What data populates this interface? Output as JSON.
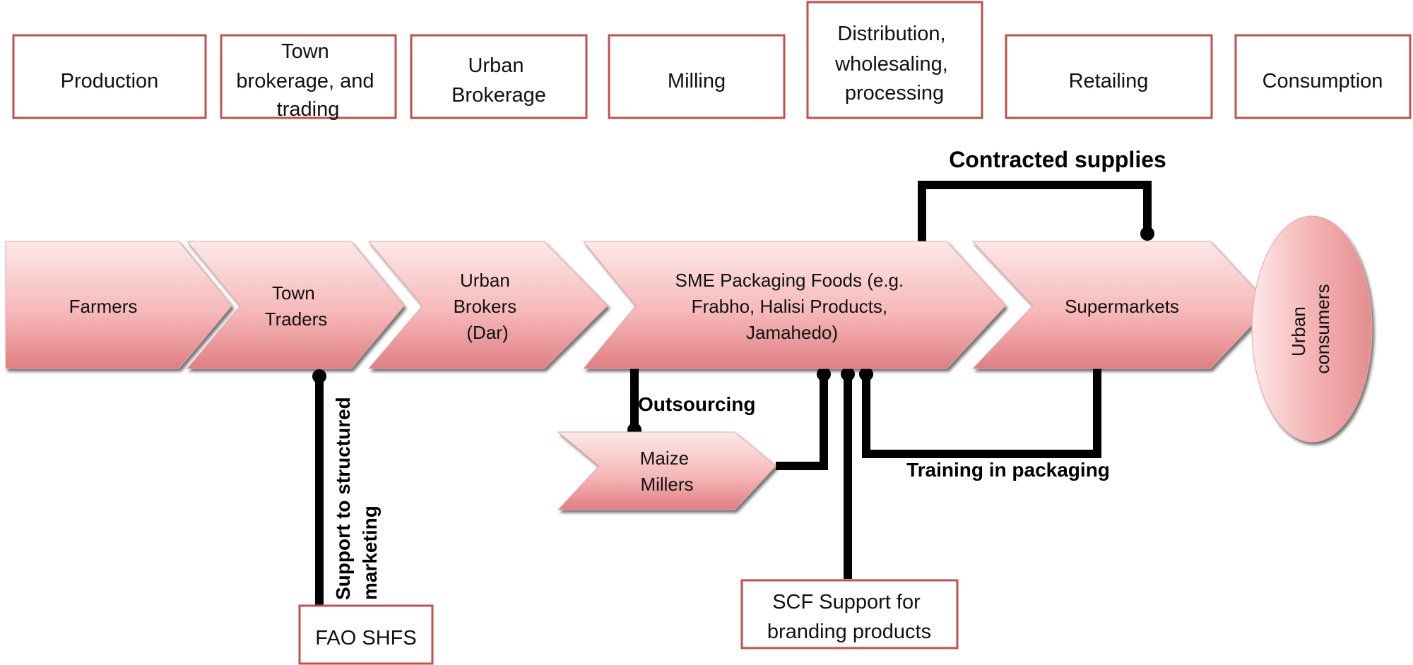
{
  "stages": [
    {
      "lines": [
        "Production"
      ]
    },
    {
      "lines": [
        "Town",
        "brokerage, and",
        "trading"
      ]
    },
    {
      "lines": [
        "Urban",
        "Brokerage"
      ]
    },
    {
      "lines": [
        "Milling"
      ]
    },
    {
      "lines": [
        "Distribution,",
        "wholesaling,",
        "processing"
      ]
    },
    {
      "lines": [
        "Retailing"
      ]
    },
    {
      "lines": [
        "Consumption"
      ]
    }
  ],
  "actors": {
    "farmers": [
      "Farmers"
    ],
    "town_traders": [
      "Town",
      "Traders"
    ],
    "urban_brokers": [
      "Urban",
      "Brokers",
      "(Dar)"
    ],
    "sme": [
      "SME  Packaging Foods (e.g.",
      "Frabho, Halisi Products,",
      "Jamahedo)"
    ],
    "supermarkets": [
      "Supermarkets"
    ],
    "urban_consumers": [
      "Urban",
      "consumers"
    ],
    "maize_millers": [
      "Maize",
      "Millers"
    ]
  },
  "labels": {
    "contracted_supplies": "Contracted supplies",
    "outsourcing": "Outsourcing",
    "training": "Training in packaging",
    "support_structured": [
      "Support to structured",
      "marketing"
    ]
  },
  "boxes": {
    "fao": "FAO SHFS",
    "scf": [
      "SCF Support for",
      "branding products"
    ]
  },
  "colors": {
    "box_border": "#c0504d",
    "chevron_light": "#fbe1e1",
    "chevron_dark": "#e48e90"
  }
}
